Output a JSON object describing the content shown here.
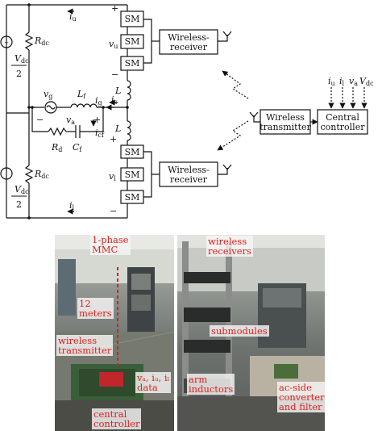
{
  "diagram": {
    "labels": {
      "i_u": "i",
      "i_u_sub": "u",
      "i_l": "i",
      "i_l_sub": "l",
      "v_u": "v",
      "v_u_sub": "u",
      "v_l": "v",
      "v_l_sub": "l",
      "r_dc": "R",
      "r_dc_sub": "dc",
      "vdc_num": "V",
      "vdc_num_sub": "dc",
      "vdc_den": "2",
      "v_g": "v",
      "v_g_sub": "g",
      "l_f": "L",
      "l_f_sub": "f",
      "i_g": "i",
      "i_g_sub": "g",
      "i_s": "i",
      "i_s_sub": "s",
      "v_a": "v",
      "v_a_sub": "a",
      "i_cf": "i",
      "i_cf_sub": "cf",
      "r_d": "R",
      "r_d_sub": "d",
      "c_f": "C",
      "c_f_sub": "f",
      "l_arm": "L",
      "sm": "SM",
      "plus": "+",
      "minus": "−"
    },
    "wireless_receiver": [
      "Wireless-",
      "receiver"
    ],
    "wireless_transmitter": [
      "Wireless",
      "transmitter"
    ],
    "central_controller": [
      "Central",
      "controller"
    ],
    "controller_inputs": [
      {
        "sym": "i",
        "sub": "u"
      },
      {
        "sym": "i",
        "sub": "l"
      },
      {
        "sym": "v",
        "sub": "a"
      },
      {
        "sym": "V",
        "sub": "dc"
      }
    ]
  },
  "photos": {
    "left": {
      "mmc": "1-phase\nMMC",
      "meters": "12\nmeters",
      "transmitter": "wireless\ntransmitter",
      "data": "vₐ, iᵤ, iₗ\ndata",
      "controller": "central\ncontroller"
    },
    "right": {
      "receivers": "wireless\nreceivers",
      "submodules": "submodules",
      "inductors": "arm\ninductors",
      "converter": "ac-side\nconverter\nand filter"
    }
  }
}
